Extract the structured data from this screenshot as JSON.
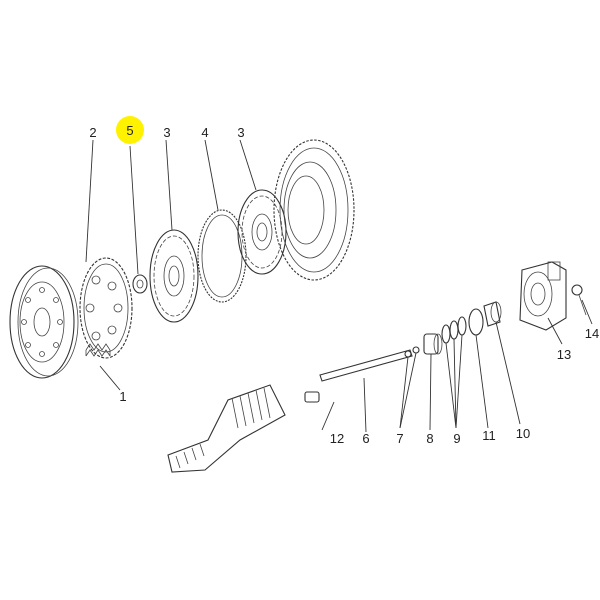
{
  "highlight_color": "#fff200",
  "callouts": {
    "c1": "1",
    "c2": "2",
    "c3a": "3",
    "c3b": "3",
    "c4": "4",
    "c5": "5",
    "c6": "6",
    "c7": "7",
    "c8": "8",
    "c9": "9",
    "c10": "10",
    "c11": "11",
    "c12": "12",
    "c13": "13",
    "c14": "14"
  },
  "parts": {
    "p1": "flywheel-with-spring",
    "p2": "outer-ring-gear-plate",
    "p3": "friction-disc",
    "p4": "thin-toothed-ring",
    "p5": "small-bushing",
    "p6": "long-shaft",
    "p7": "small-pins",
    "p8": "collar",
    "p9": "washers",
    "p10": "sleeve",
    "p11": "snap-ring",
    "p12": "small-plug",
    "p13": "bearing-housing",
    "p14": "screw",
    "large_gear": "large-ring-gear",
    "input_shaft": "splined-input-shaft"
  }
}
